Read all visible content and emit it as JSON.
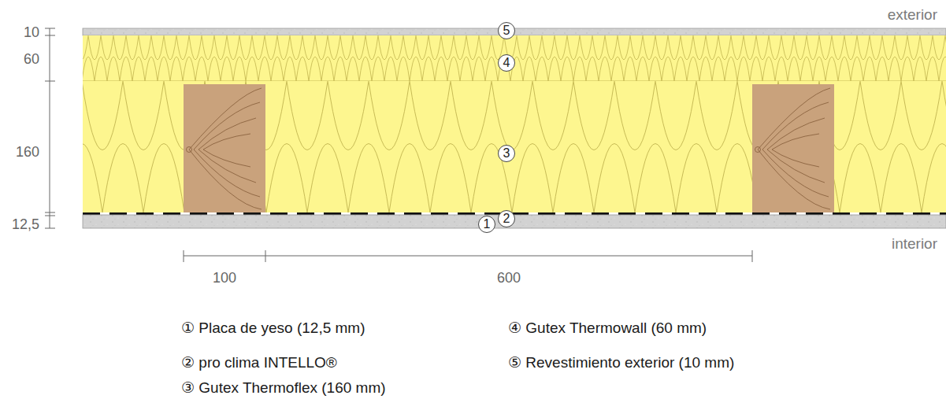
{
  "diagram": {
    "nodes": [
      {
        "text": [
          "5"
        ]
      },
      {
        "text": [
          "4"
        ]
      },
      {
        "text": [
          "3"
        ]
      },
      {
        "text": [
          "2"
        ]
      },
      {
        "text": [
          "1"
        ]
      }
    ],
    "labels": [
      "exterior",
      "10",
      "60",
      "160",
      "12,5",
      "interior",
      "100",
      "600",
      "① Placa de yeso (12,5 mm)",
      "④ Gutex Thermowall (60 mm)",
      "② pro clima INTELLO®",
      "⑤ Revestimiento exterior (10 mm)",
      "③ Gutex Thermoflex (160 mm)"
    ]
  }
}
